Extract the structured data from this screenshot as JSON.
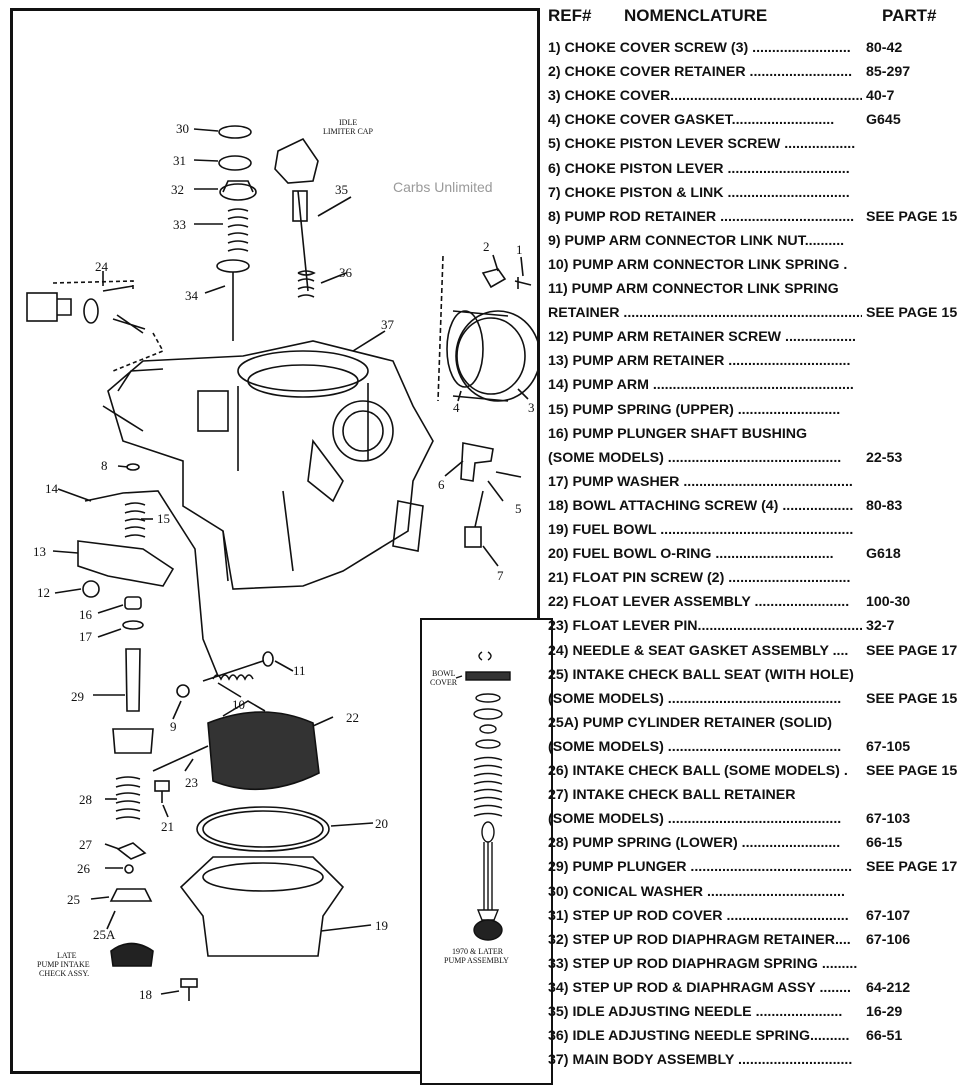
{
  "header": {
    "ref": "REF#",
    "nomenclature": "NOMENCLATURE",
    "part": "PART#"
  },
  "watermark": "Carbs Unlimited",
  "diagram": {
    "idle_limiter_cap": [
      "IDLE",
      "LIMITER CAP"
    ],
    "bowl_cover": [
      "BOWL",
      "COVER"
    ],
    "late_pump": [
      "LATE",
      "PUMP INTAKE",
      "CHECK ASSY."
    ],
    "pump_assembly": [
      "1970 & LATER",
      "PUMP ASSEMBLY"
    ],
    "callouts": {
      "c1": "1",
      "c2": "2",
      "c3": "3",
      "c4": "4",
      "c5": "5",
      "c6": "6",
      "c7": "7",
      "c8": "8",
      "c9": "9",
      "c10": "10",
      "c11": "11",
      "c12": "12",
      "c13": "13",
      "c14": "14",
      "c15": "15",
      "c16": "16",
      "c17": "17",
      "c18": "18",
      "c19": "19",
      "c20": "20",
      "c21": "21",
      "c22": "22",
      "c23": "23",
      "c24": "24",
      "c25": "25",
      "c25a": "25A",
      "c26": "26",
      "c27": "27",
      "c28": "28",
      "c29": "29",
      "c30": "30",
      "c31": "31",
      "c32": "32",
      "c33": "33",
      "c34": "34",
      "c35": "35",
      "c36": "36",
      "c37": "37"
    }
  },
  "parts": [
    {
      "text": "1) CHOKE COVER SCREW (3) .........................",
      "part": "80-42"
    },
    {
      "text": "2) CHOKE COVER RETAINER ..........................",
      "part": "85-297"
    },
    {
      "text": "3) CHOKE COVER.................................................",
      "part": "40-7"
    },
    {
      "text": "4) CHOKE COVER GASKET..........................",
      "part": "G645"
    },
    {
      "text": "5) CHOKE PISTON LEVER SCREW ..................",
      "part": ""
    },
    {
      "text": "6) CHOKE PISTON LEVER ...............................",
      "part": ""
    },
    {
      "text": "7) CHOKE PISTON & LINK ...............................",
      "part": ""
    },
    {
      "text": "8) PUMP ROD RETAINER ..................................",
      "part": "SEE PAGE 15"
    },
    {
      "text": "9) PUMP ARM CONNECTOR LINK NUT..........",
      "part": ""
    },
    {
      "text": "10) PUMP ARM CONNECTOR LINK SPRING .",
      "part": ""
    },
    {
      "text": "11) PUMP ARM CONNECTOR LINK SPRING",
      "part": ""
    },
    {
      "text": "RETAINER .............................................................",
      "part": "SEE PAGE 15"
    },
    {
      "text": "12) PUMP ARM RETAINER SCREW ..................",
      "part": ""
    },
    {
      "text": "13) PUMP ARM RETAINER ...............................",
      "part": ""
    },
    {
      "text": "14) PUMP ARM ...................................................",
      "part": ""
    },
    {
      "text": "15) PUMP SPRING (UPPER) ..........................",
      "part": ""
    },
    {
      "text": "16) PUMP PLUNGER SHAFT BUSHING",
      "part": ""
    },
    {
      "text": "(SOME MODELS) ............................................",
      "part": "22-53"
    },
    {
      "text": "17) PUMP WASHER ...........................................",
      "part": ""
    },
    {
      "text": "18) BOWL ATTACHING SCREW (4) ..................",
      "part": "80-83"
    },
    {
      "text": "19) FUEL BOWL .................................................",
      "part": ""
    },
    {
      "text": "20) FUEL BOWL O-RING ..............................",
      "part": "G618"
    },
    {
      "text": "21) FLOAT PIN SCREW (2) ...............................",
      "part": ""
    },
    {
      "text": "22) FLOAT LEVER ASSEMBLY ........................",
      "part": "100-30"
    },
    {
      "text": "23) FLOAT LEVER PIN...........................................",
      "part": "32-7"
    },
    {
      "text": "24) NEEDLE & SEAT GASKET ASSEMBLY ....",
      "part": "SEE PAGE 17"
    },
    {
      "text": "25) INTAKE CHECK BALL SEAT (WITH HOLE)",
      "part": ""
    },
    {
      "text": "(SOME MODELS) ............................................",
      "part": "SEE PAGE 15"
    },
    {
      "text": "25A) PUMP CYLINDER RETAINER (SOLID)",
      "part": ""
    },
    {
      "text": "(SOME MODELS) ............................................",
      "part": "67-105"
    },
    {
      "text": "26) INTAKE CHECK BALL (SOME MODELS) .",
      "part": "SEE PAGE 15"
    },
    {
      "text": "27) INTAKE CHECK BALL RETAINER",
      "part": ""
    },
    {
      "text": "(SOME MODELS) ............................................",
      "part": "67-103"
    },
    {
      "text": "28) PUMP SPRING (LOWER) .........................",
      "part": "66-15"
    },
    {
      "text": "29) PUMP PLUNGER .........................................",
      "part": "SEE PAGE 17"
    },
    {
      "text": "30) CONICAL WASHER ...................................",
      "part": ""
    },
    {
      "text": "31) STEP UP ROD COVER ...............................",
      "part": "67-107"
    },
    {
      "text": "32) STEP UP ROD DIAPHRAGM RETAINER....",
      "part": "67-106"
    },
    {
      "text": "33) STEP UP ROD DIAPHRAGM SPRING .........",
      "part": ""
    },
    {
      "text": "34) STEP UP ROD & DIAPHRAGM ASSY ........",
      "part": "64-212"
    },
    {
      "text": "35) IDLE ADJUSTING NEEDLE ......................",
      "part": "16-29"
    },
    {
      "text": "36) IDLE ADJUSTING NEEDLE SPRING..........",
      "part": "66-51"
    },
    {
      "text": "37) MAIN BODY ASSEMBLY .............................",
      "part": ""
    }
  ]
}
